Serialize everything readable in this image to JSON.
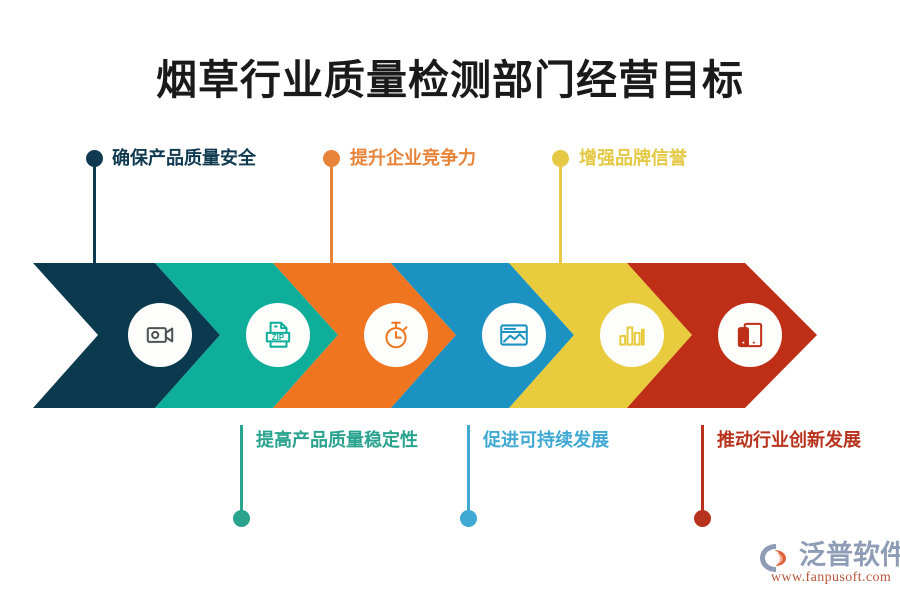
{
  "title": "烟草行业质量检测部门经营目标",
  "colors": {
    "navy": "#0b3a4f",
    "teal": "#0fae9b",
    "orange": "#ef7521",
    "blue": "#1b92c2",
    "yellow": "#e9cc3d",
    "red": "#bf2f17",
    "label_navy": "#103a50",
    "label_teal": "#2aa38f",
    "label_orange": "#e8843a",
    "label_blue": "#3fa9d4",
    "label_yellow": "#e5c945",
    "label_red": "#b8331d",
    "title_text": "#1a1a1a",
    "circle_fill": "#fdfdfb",
    "icon_navy": "#4e5458",
    "logo_word": "#8f9cb5",
    "logo_url": "#b9563a"
  },
  "segments": [
    {
      "id": "segment-1",
      "label": "确保产品质量安全",
      "color": "#0b3a4f",
      "label_color": "#103a50",
      "icon": "video-camera-icon",
      "icon_color": "#4e5458",
      "position": "top"
    },
    {
      "id": "segment-2",
      "label": "提高产品质量稳定性",
      "color": "#0fae9b",
      "label_color": "#2aa38f",
      "icon": "zip-file-icon",
      "icon_color": "#0fae9b",
      "position": "bottom"
    },
    {
      "id": "segment-3",
      "label": "提升企业竞争力",
      "color": "#ef7521",
      "label_color": "#e8843a",
      "icon": "stopwatch-icon",
      "icon_color": "#ef7521",
      "position": "top"
    },
    {
      "id": "segment-4",
      "label": "促进可持续发展",
      "color": "#1b92c2",
      "label_color": "#3fa9d4",
      "icon": "image-window-icon",
      "icon_color": "#1b92c2",
      "position": "bottom"
    },
    {
      "id": "segment-5",
      "label": "增强品牌信誉",
      "color": "#e9cc3d",
      "label_color": "#e5c945",
      "icon": "bar-chart-icon",
      "icon_color": "#e9cc3d",
      "position": "top"
    },
    {
      "id": "segment-6",
      "label": "推动行业创新发展",
      "color": "#bf2f17",
      "label_color": "#b8331d",
      "icon": "devices-icon",
      "icon_color": "#bf2f17",
      "position": "bottom"
    }
  ],
  "logo": {
    "wordmark": "泛普软件",
    "url": "www.fanpusoft.com",
    "mark": "fanpu-logo-icon"
  }
}
